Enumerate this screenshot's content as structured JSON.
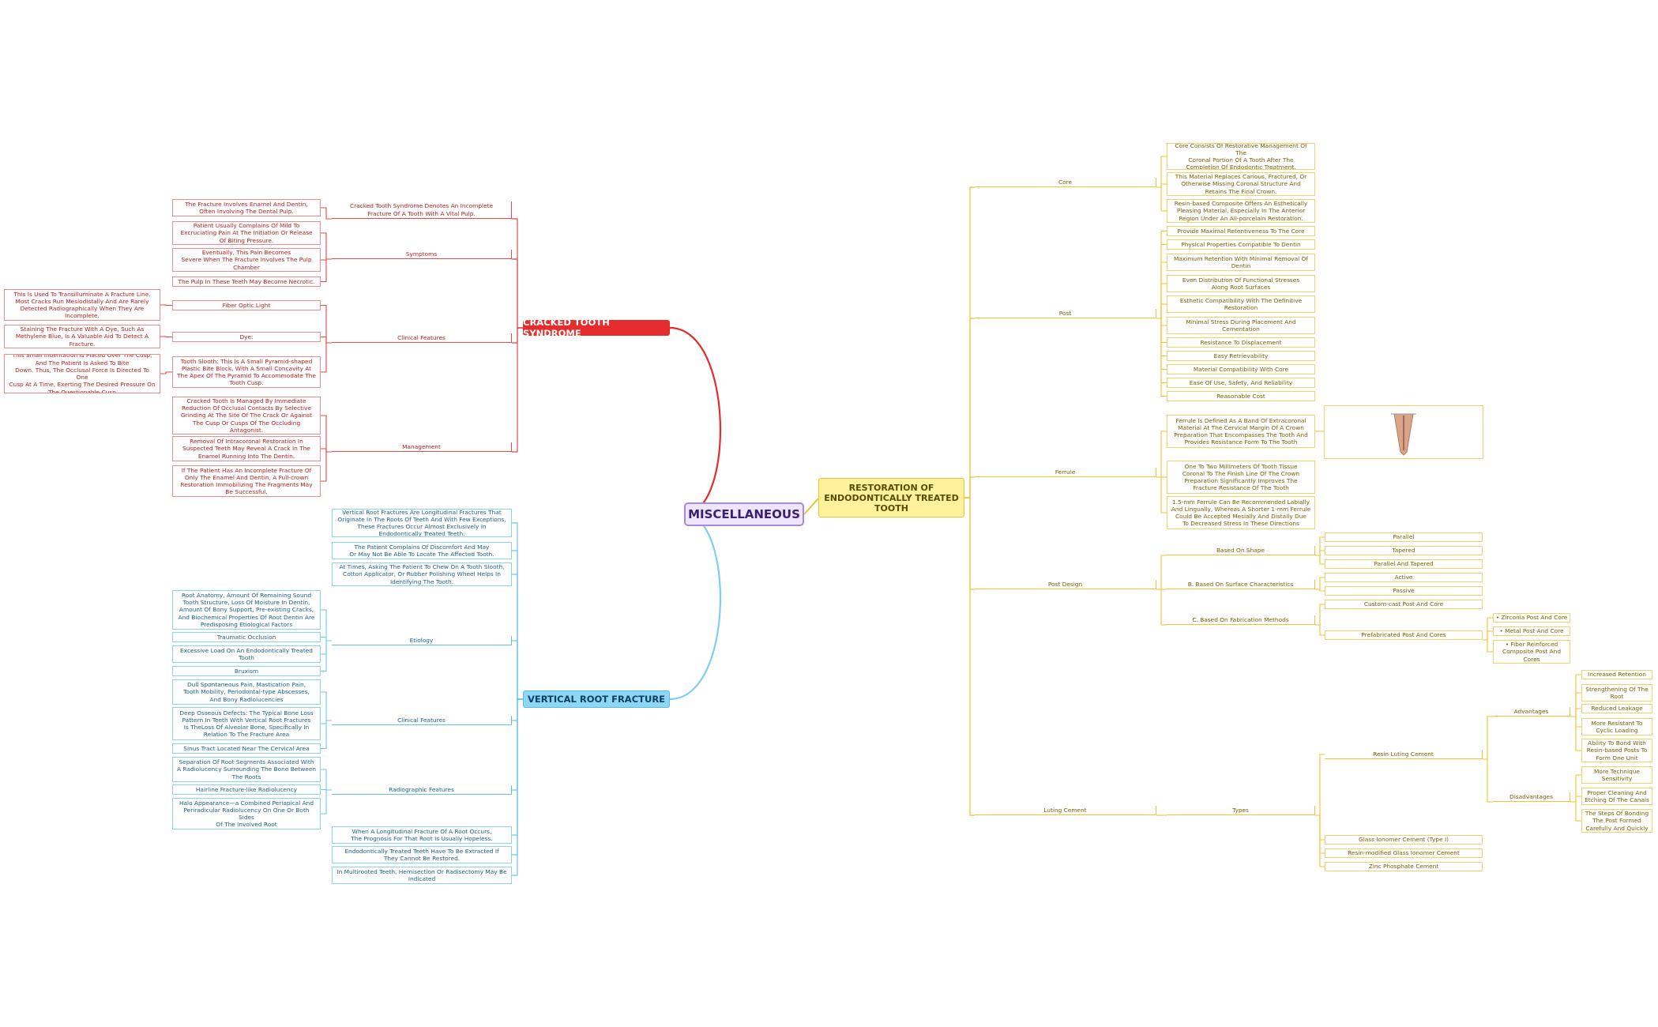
{
  "central": "MISCELLANEOUS",
  "cracked": {
    "title": "CRACKED TOOTH SYNDROME",
    "definition": "Cracked Tooth Syndrome Denotes An Incomplete\nFracture Of A Tooth With A Vital Pulp.",
    "definition_detail": "The Fracture Involves Enamel And Dentin,\nOften Involving The Dental Pulp.",
    "symptoms": "Symptoms",
    "symptom_items": [
      "Patient Usually Complains Of Mild To\nExcruciating Pain At The Initiation Or Release\nOf Biting Pressure.",
      "Eventually, This Pain Becomes\nSevere When The Fracture Involves The Pulp\nChamber",
      "The Pulp In These Teeth May Become Necrotic."
    ],
    "clinical": "Clinical Features",
    "fiber": "Fiber Optic Light",
    "fiber_detail": "This Is Used To Transilluminate A Fracture Line.\nMost Cracks Run Mesiodistally And Are Rarely\nDetected Radiographically When They Are\nIncomplete.",
    "dye": "Dye:",
    "dye_detail": "Staining The Fracture With A Dye, Such As\nMethylene Blue, Is A Valuable Aid To Detect A\nFracture.",
    "sloth": "Tooth Slooth: This Is A Small Pyramid-shaped\nPlastic Bite Block, With A Small Concavity At\nThe Apex Of The Pyramid To Accommodate The\nTooth Cusp.",
    "sloth_detail": "This Small Indentation Is Placed Over The Cusp,\nAnd The Patient Is Asked To Bite\nDown. Thus, The Occlusal Force Is Directed To\nOne\nCusp At A Time, Exerting The Desired Pressure On\nThe Questionable Cusp",
    "management": "Management",
    "management_items": [
      "Cracked Tooth Is Managed By Immediate\nReduction Of Occlusal Contacts By Selective\nGrinding At The Site Of The Crack Or Against\nThe Cusp Or Cusps Of The Occluding\nAntagonist.",
      "Removal Of Intracoronal Restoration In\nSuspected Teeth May Reveal A Crack In The\nEnamel Running Into The Dentin.",
      "If The Patient Has An Incomplete Fracture Of\nOnly The Enamel And Dentin, A Full-crown\nRestoration Immobilizing The Fragments May\nBe Successful."
    ]
  },
  "vertical": {
    "title": "VERTICAL ROOT FRACTURE",
    "intro": [
      "Vertical Root Fractures Are Longitudinal Fractures That\nOriginate In The Roots Of Teeth And With Few Exceptions,\nThese Fractures Occur Almost Exclusively In\nEndodontically Treated Teeth.",
      "The Patient Complains Of Discomfort And May\nOr May Not Be Able To Locate The Affected Tooth.",
      "At Times, Asking The Patient To Chew On A Tooth Slooth,\nCotton Applicator, Or Rubber Polishing Wheel Helps In\nIdentifying The Tooth."
    ],
    "etiology": "Etiology",
    "etiology_items": [
      "Root Anatomy, Amount Of Remaining Sound\nTooth Structure, Loss Of Moisture In Dentin,\nAmount Of Bony Support, Pre-existing Cracks,\nAnd Biochemical Properties Of Root Dentin Are\nPredisposing Etiological Factors",
      "Traumatic Occlusion",
      "Excessive Load On An Endodontically Treated\nTooth",
      "Bruxism"
    ],
    "clinical": "Clinical Features",
    "clinical_items": [
      "Dull Spontaneous Pain, Mastication Pain,\nTooth  Mobility, Periodontal-type Abscesses,\nAnd Bony Radiolucencies",
      "Deep Osseous Defects: The Typical Bone Loss\nPattern In Teeth With Vertical Root Fractures\nIs TheLoss Of Alveolar Bone, Specifically In\nRelation To The Fracture Area",
      "Sinus Tract Located Near The Cervical Area"
    ],
    "radiographic": "Radiographic Features",
    "radiographic_items": [
      "Separation Of Root Segments Associated With\nA Radiolucency Surrounding The Bone Between\nThe Roots",
      "Hairline Fracture-like Radiolucency",
      "Halo Appearance—a Combined Periapical And\nPeriradicular Radiolucency On One Or Both\nSides\nOf The Involved Root"
    ],
    "prognosis": [
      "When A Longitudinal Fracture Of A Root Occurs,\nThe Prognosis For That Root Is Usually Hopeless.",
      "Endodontically Treated Teeth Have To Be Extracted If\nThey Cannot Be Restored.",
      "In Multirooted Teeth, Hemisection Or Radisectomy May Be\nIndicated"
    ]
  },
  "restoration": {
    "title": "RESTORATION OF\nENDODONTICALLY TREATED\nTOOTH",
    "core": "Core",
    "core_items": [
      "Core Consists Of Restorative Management Of\nThe\nCoronal Portion Of A Tooth After The\nCompletion Of Endodontic Treatment.",
      "This Material Replaces Carious, Fractured, Or\nOtherwise Missing Coronal Structure And\nRetains The Final Crown.",
      "Resin-based Composite Offers An Esthetically\nPleasing Material, Especially In The Anterior\nRegion Under An All-porcelain Restoration."
    ],
    "post": "Post",
    "post_items": [
      "Provide Maximal Retentiveness To The Core",
      "Physical Properties Compatible To Dentin",
      "Maximum Retention With Minimal Removal Of\nDentin",
      "Even Distribution Of Functional Stresses\nAlong Root Surfaces",
      "Esthetic Compatibility With The Definitive\nRestoration",
      "Minimal Stress During Placement And\nCementation",
      "Resistance To Displacement",
      "Easy Retrievability",
      "Material Compatibility With Core",
      "Ease Of Use, Safety, And Reliability",
      "Reasonable Cost"
    ],
    "ferrule": "Ferrule",
    "ferrule_items": [
      "Ferrule Is Defined As A Band Of Extracoronal\nMaterial At The Cervical Margin Of A Crown\nPreparation That Encompasses The Tooth And\nProvides Resistance Form To The Tooth",
      "One To Two Millimeters Of Tooth Tissue\nCoronal To The Finish Line Of The Crown\nPreparation Significantly Improves The\nFracture Resistance Of The Tooth",
      "1.5-mm Ferrule Can Be Recommended Labially\nAnd Lingually, Whereas A Shorter 1-mm Ferrule\nCould Be Accepted Mesially And Distally Due\nTo Decreased Stress In These Directions"
    ],
    "post_design": "Post Design",
    "shape": "Based On Shape",
    "shape_items": [
      "Parallel",
      "Tapered",
      "Parallel And Tapered"
    ],
    "surface": "B. Based On Surface Characteristics",
    "surface_items": [
      "Active",
      "Passive"
    ],
    "fabrication": "C. Based On Fabrication Methods",
    "fabrication_items": [
      "Custom-cast Post And Core",
      "Prefabricated Post And Cores"
    ],
    "prefab_items": [
      "• Zirconia Post And Core",
      "• Metal Post And Core",
      "• Fiber Reinforced\nComposite Post And\nCores"
    ],
    "luting": "Luting Cement",
    "types": "Types",
    "resin": "Resin Luting Cement",
    "advantages": "Advantages",
    "advantage_items": [
      "Increased Retention",
      "Strengthening Of The\nRoot",
      "Reduced Leakage",
      "More Resistant To\nCyclic Loading",
      "Ability To Bond With\nResin-based Posts To\nForm One Unit"
    ],
    "disadvantages": "Disadvantages",
    "disadvantage_items": [
      "More Technique\nSensitivity",
      "Proper Cleaning And\nEtching Of The Canals",
      "The Steps Of Bonding\nThe Post Formed\nCarefully And Quickly"
    ],
    "other_types": [
      "Glass Ionomer Cement (Type I)",
      "Resin-modified Glass Ionomer Cement",
      "Zinc Phosphate Cement"
    ]
  },
  "colors": {
    "red": "#e52d2d",
    "blue": "#8cd8f4",
    "yellow": "#fff29a",
    "purple": "#efe5ff"
  }
}
